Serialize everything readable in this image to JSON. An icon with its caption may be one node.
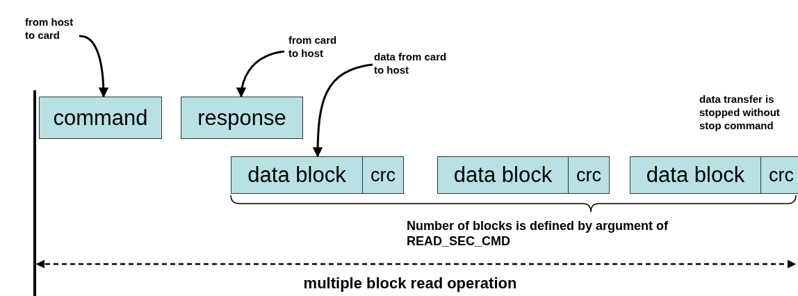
{
  "diagram": {
    "nodes": [
      {
        "text": [
          "from host to card"
        ]
      },
      {
        "text": [
          "from card to host"
        ]
      },
      {
        "text": [
          "data from card to host"
        ]
      },
      {
        "text": [
          "command"
        ]
      },
      {
        "text": [
          "response"
        ]
      },
      {
        "text": [
          "data block"
        ]
      },
      {
        "text": [
          "crc"
        ]
      },
      {
        "text": [
          "data block"
        ]
      },
      {
        "text": [
          "crc"
        ]
      },
      {
        "text": [
          "data block"
        ]
      },
      {
        "text": [
          "crc"
        ]
      }
    ],
    "edges": [
      {
        "from": 0,
        "to": 3,
        "arrow": "to"
      },
      {
        "from": 1,
        "to": 4,
        "arrow": "to"
      },
      {
        "from": 2,
        "to": 5,
        "arrow": "to"
      }
    ],
    "labels": [
      "data transfer is stopped without stop command",
      "Number of blocks is defined by argument of READ_SEC_CMD",
      "multiple block read operation"
    ]
  }
}
